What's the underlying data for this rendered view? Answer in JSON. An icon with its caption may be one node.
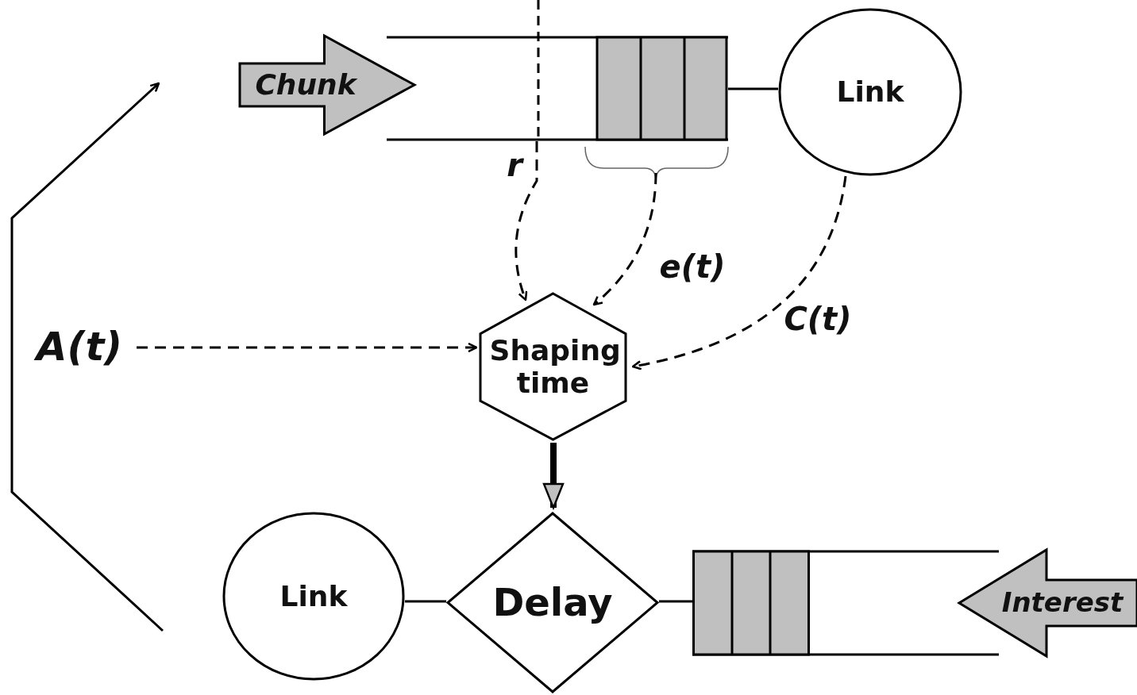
{
  "diagram": {
    "nodes": [
      {
        "text": [
          "Chunk"
        ]
      },
      {
        "text": [],
        "shape": "box"
      },
      {
        "text": [
          "Link"
        ]
      },
      {
        "text": [
          "Shaping time"
        ]
      },
      {
        "text": [
          "A(t)"
        ]
      },
      {
        "text": [
          "Delay"
        ]
      },
      {
        "text": [
          "Link"
        ]
      },
      {
        "text": [],
        "shape": "box"
      },
      {
        "text": [
          "Interest"
        ]
      }
    ],
    "edges": [
      {
        "from": 4,
        "to": 3,
        "arrow": "to",
        "style": "dashed"
      },
      {
        "from": 1,
        "to": 3,
        "arrow": "to",
        "style": "dashed",
        "label": "r"
      },
      {
        "from": 1,
        "to": 3,
        "arrow": "to",
        "style": "dashed",
        "label": "e(t)"
      },
      {
        "from": 2,
        "to": 3,
        "arrow": "to",
        "style": "dashed",
        "label": "C(t)"
      },
      {
        "from": 3,
        "to": 5,
        "arrow": "to",
        "style": "thick"
      },
      {
        "from": 6,
        "to": 5,
        "arrow": "none"
      },
      {
        "from": 5,
        "to": 7,
        "arrow": "none"
      },
      {
        "from": 1,
        "to": 2,
        "arrow": "none"
      }
    ]
  }
}
